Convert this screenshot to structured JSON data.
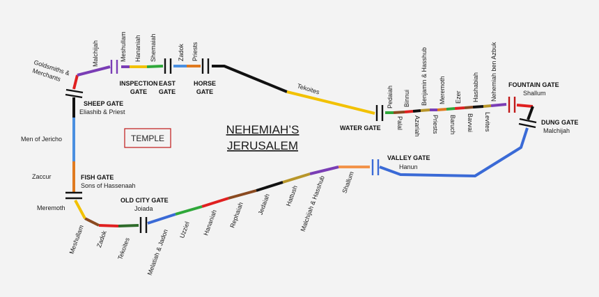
{
  "title": {
    "line1": "NEHEMIAH’S",
    "line2": "JERUSALEM"
  },
  "temple": "TEMPLE",
  "gates": {
    "sheep": {
      "name": "SHEEP GATE",
      "sub": "Eliashib & Priest"
    },
    "inspection": {
      "line1": "INSPECTION",
      "line2": "GATE"
    },
    "east": {
      "line1": "EAST",
      "line2": "GATE"
    },
    "horse": {
      "line1": "HORSE",
      "line2": "GATE"
    },
    "water": {
      "name": "WATER GATE"
    },
    "fountain": {
      "name": "FOUNTAIN GATE",
      "sub": "Shallum"
    },
    "dung": {
      "name": "DUNG GATE",
      "sub": "Malchijah"
    },
    "valley": {
      "name": "VALLEY GATE",
      "sub": "Hanun"
    },
    "fish": {
      "name": "FISH GATE",
      "sub": "Sons of Hassenaah"
    },
    "old_city": {
      "name": "OLD CITY GATE",
      "sub": "Joiada"
    }
  },
  "labels": {
    "goldsmiths1": "Goldsmiths &",
    "goldsmiths2": "Merchants",
    "malchijah": "Malchijah",
    "meshullam_top": "Meshullam",
    "hananiah_top": "Hananiah",
    "shemaiah": "Shemaiah",
    "zadok_top": "Zadok",
    "priests_top": "Priests",
    "tekoites_top": "Tekoites",
    "pedaiah": "Pedaiah",
    "binnui": "Binnui",
    "benjamin": "Benjamin & Hasshub",
    "meremoth_top": "Meremoth",
    "ezer": "Ezer",
    "hashabiah": "Hashabiah",
    "nehemiah_azbuk": "Nehemiah ben Azbuk",
    "palal": "Palal",
    "azariah": "Azariah",
    "priests_mid": "Priests",
    "baruch": "Baruch",
    "bavvai": "Bavvai",
    "levites": "Levites",
    "men_of_jericho": "Men of Jericho",
    "zaccur": "Zaccur",
    "meremoth_left": "Meremoth",
    "meshullam_bottom": "Meshullam",
    "zadok_bottom": "Zadok",
    "tekoites_bottom": "Tekoites",
    "melatiah": "Melatiah & Jadon",
    "uzziel": "Uzziel",
    "hananiah_bottom": "Hananiah",
    "rephaiah": "Rephaiah",
    "jedaiah": "Jedaiah",
    "hattush": "Hattush",
    "malchijah_hasshub": "Malchijah & Hasshub",
    "shallum_bottom": "Shallum"
  }
}
